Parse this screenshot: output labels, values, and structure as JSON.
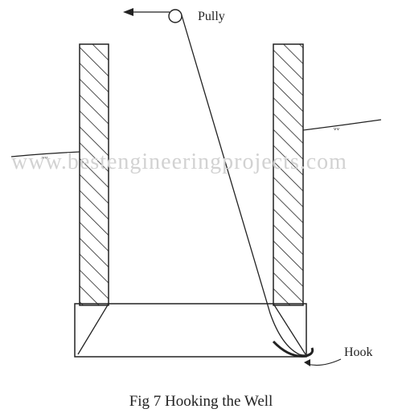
{
  "labels": {
    "pulley": "Pully",
    "hook": "Hook",
    "caption": "Fig 7 Hooking the Well"
  },
  "watermark": "www.bestengineeringprojects.com",
  "colors": {
    "ink": "#222222",
    "watermark": "#d2d2d2",
    "background": "#ffffff"
  }
}
